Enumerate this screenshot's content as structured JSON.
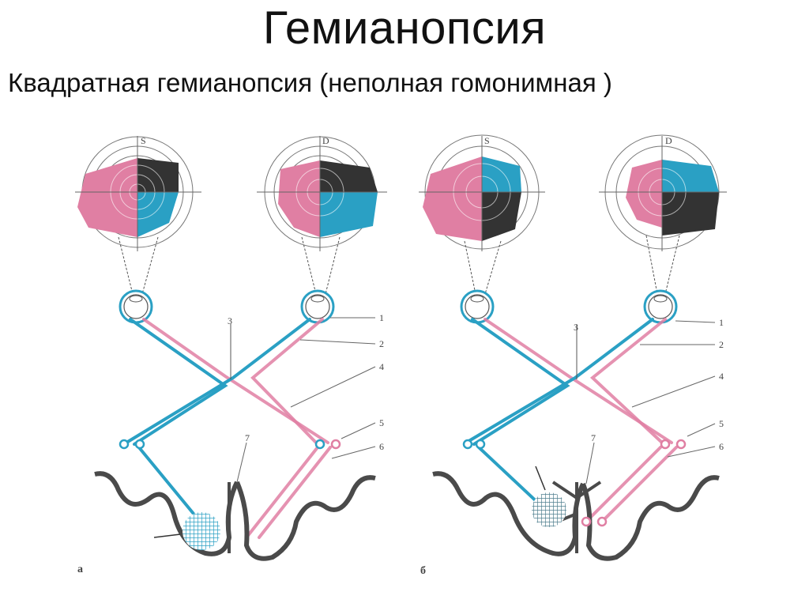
{
  "slide": {
    "title": "Гемианопсия",
    "subtitle": "Квадратная гемианопсия (неполная гомонимная )"
  },
  "figure": {
    "eye_labels": [
      "S",
      "D"
    ],
    "panel_labels": [
      "а",
      "б"
    ],
    "callout_numbers": [
      "1",
      "2",
      "3",
      "4",
      "5",
      "6",
      "7"
    ],
    "colors": {
      "pink": "#e07fa3",
      "blue": "#2aa0c4",
      "dark": "#333333",
      "line": "#555555",
      "cortex": "#4a4a4a"
    }
  }
}
